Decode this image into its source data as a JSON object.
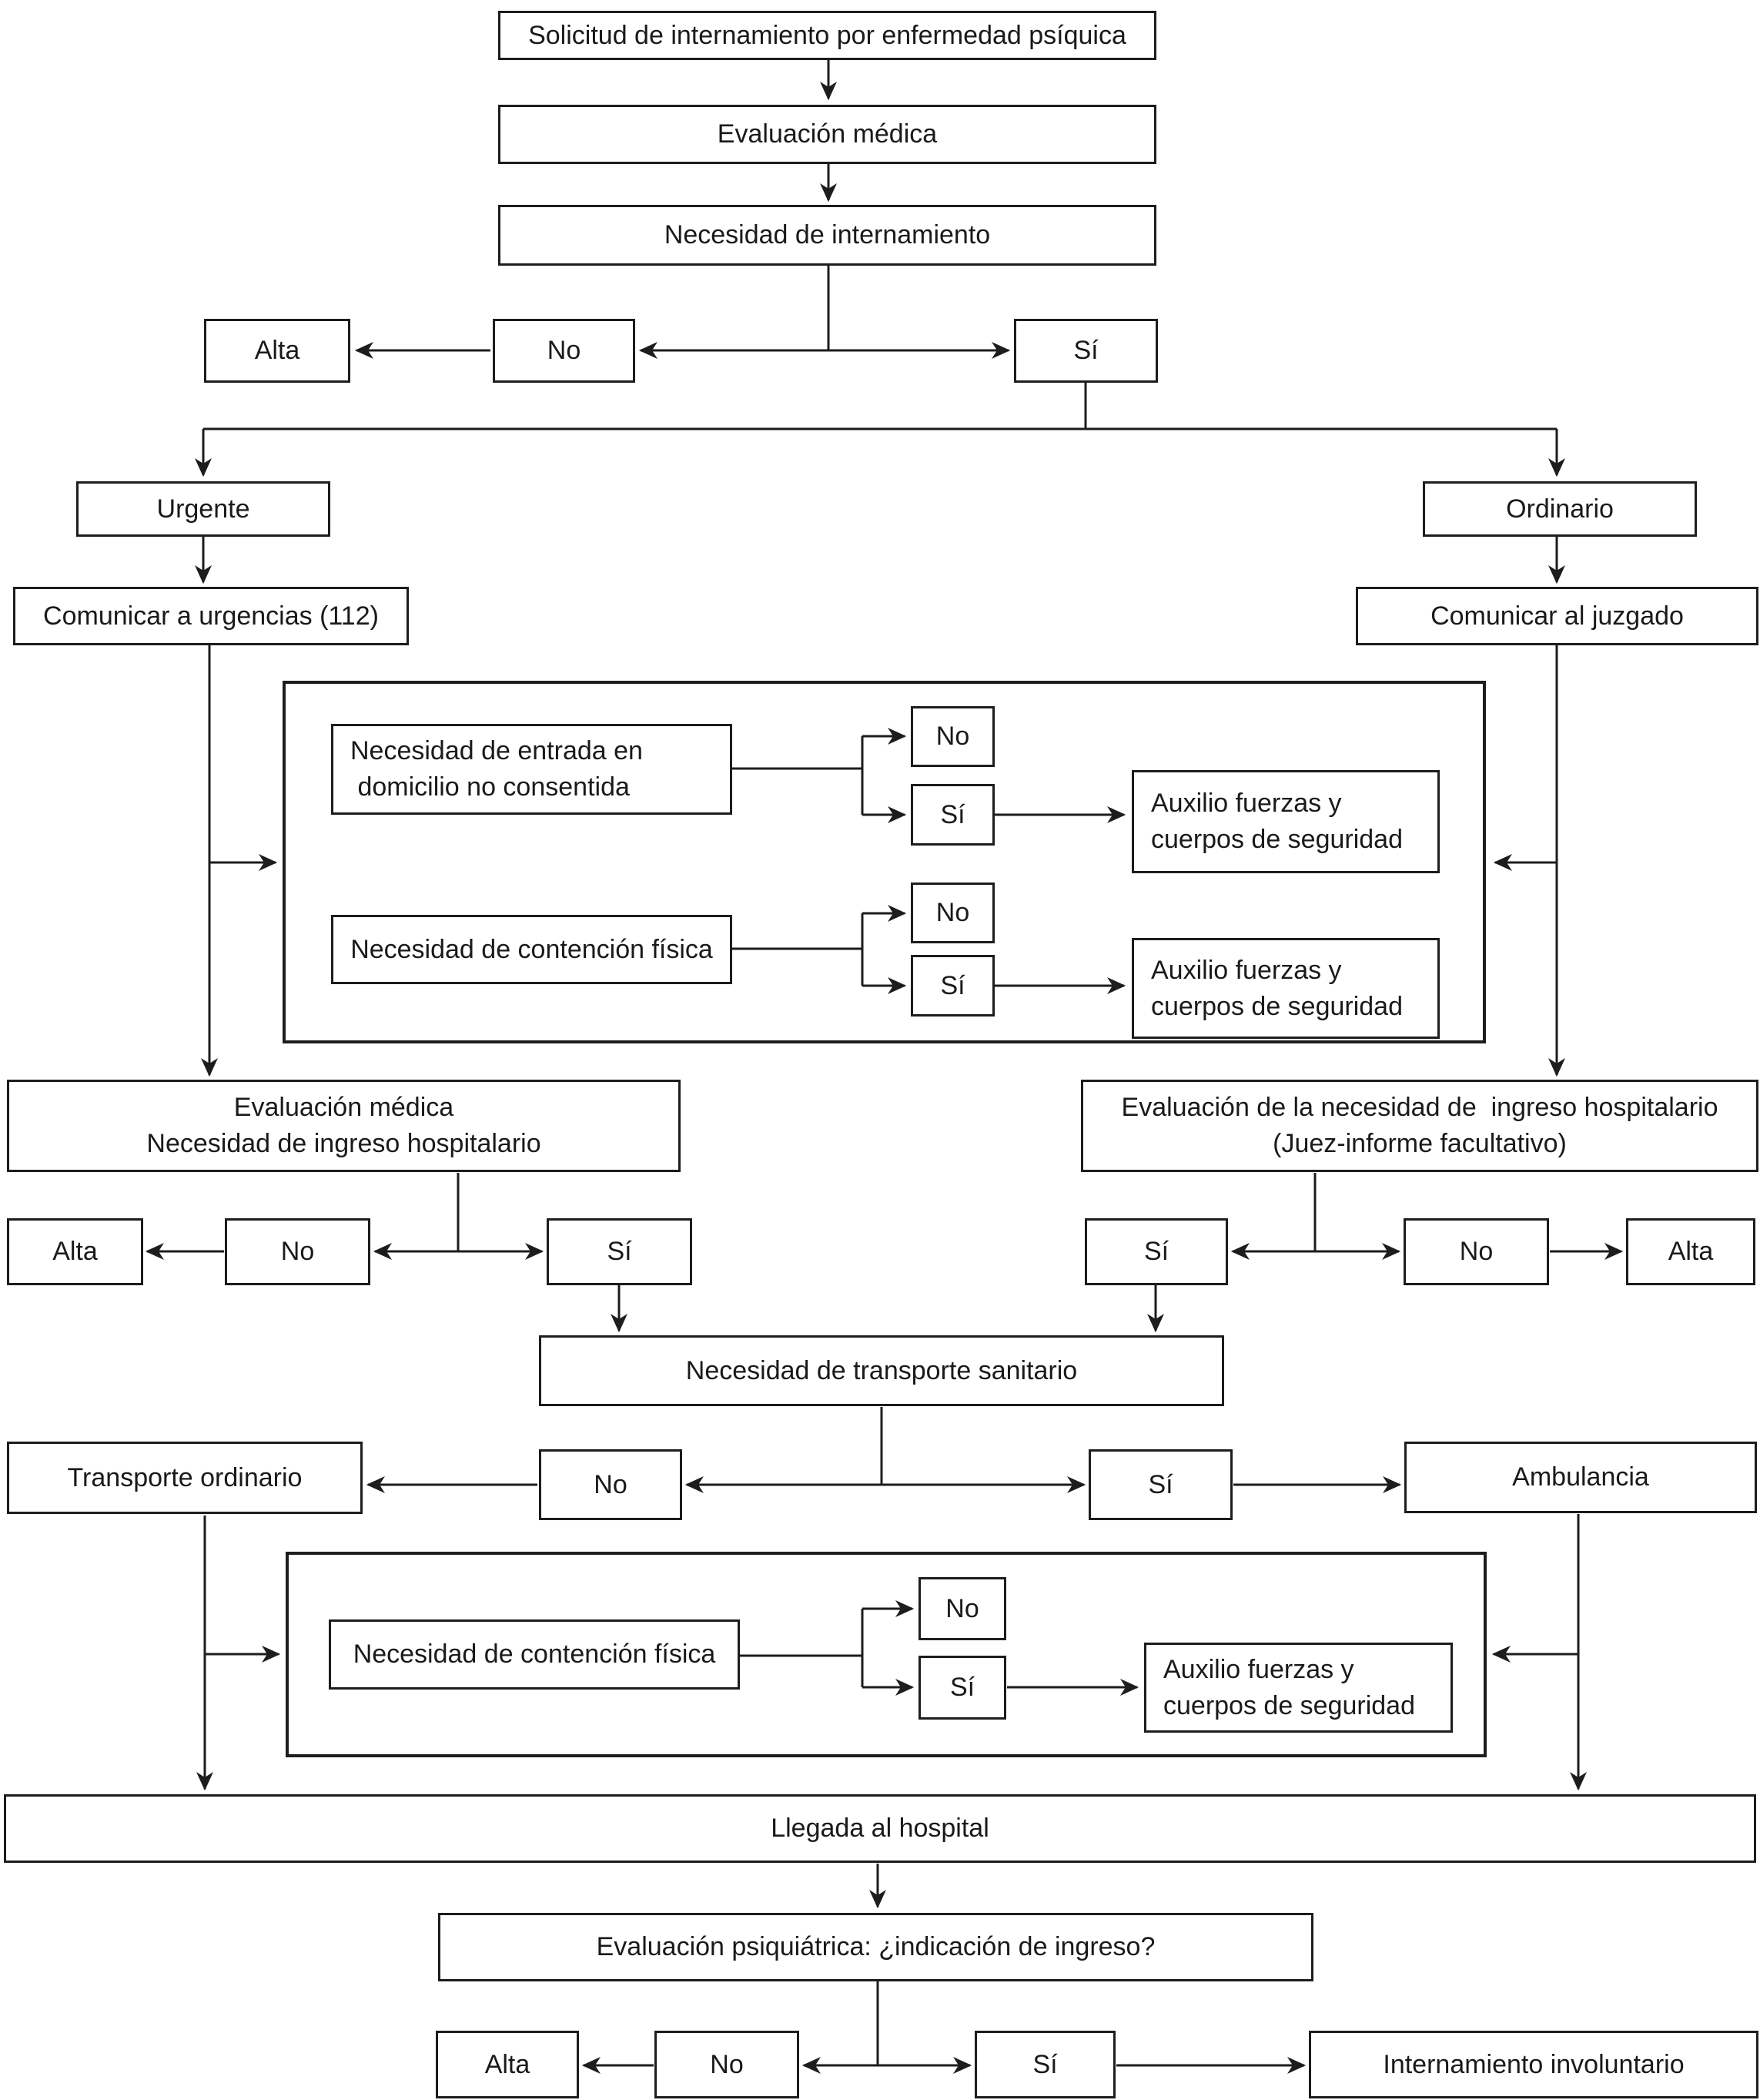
{
  "figure": {
    "type": "flowchart",
    "language": "es",
    "background_color": "#ffffff",
    "line_color": "#1d1d1d",
    "topic": "Procedimiento de internamiento involuntario por enfermedad psíquica"
  },
  "nodes": {
    "solicitud": "Solicitud de internamiento por enfermedad psíquica",
    "evaluacion_medica": "Evaluación médica",
    "necesidad_internamiento": "Necesidad de internamiento",
    "alta_1": "Alta",
    "no_1": "No",
    "si_1": "Sí",
    "urgente": "Urgente",
    "ordinario": "Ordinario",
    "comunicar_urgencias": "Comunicar a urgencias (112)",
    "comunicar_juzgado": "Comunicar al juzgado",
    "entrada_domicilio": "Necesidad de entrada en\n domicilio no consentida",
    "no_2": "No",
    "si_2": "Sí",
    "auxilio_1": "Auxilio fuerzas y\ncuerpos de seguridad",
    "contencion_1": "Necesidad de contención física",
    "no_3": "No",
    "si_3": "Sí",
    "auxilio_2": "Auxilio fuerzas y\ncuerpos de seguridad",
    "evaluacion_ingreso_urgente": "Evaluación médica\nNecesidad de ingreso hospitalario",
    "evaluacion_ingreso_ordinario": "Evaluación de la necesidad de  ingreso hospitalario\n(Juez-informe facultativo)",
    "alta_2": "Alta",
    "no_4": "No",
    "si_4": "Sí",
    "si_5": "Sí",
    "no_5": "No",
    "alta_3": "Alta",
    "transporte_sanitario": "Necesidad de transporte sanitario",
    "no_6": "No",
    "si_6": "Sí",
    "transporte_ordinario": "Transporte ordinario",
    "ambulancia": "Ambulancia",
    "contencion_2": "Necesidad de contención física",
    "no_7": "No",
    "si_7": "Sí",
    "auxilio_3": "Auxilio fuerzas y\ncuerpos de seguridad",
    "llegada_hospital": "Llegada al hospital",
    "evaluacion_psiquiatrica": "Evaluación psiquiátrica: ¿indicación de ingreso?",
    "alta_4": "Alta",
    "no_8": "No",
    "si_8": "Sí",
    "internamiento_involuntario": "Internamiento involuntario"
  }
}
